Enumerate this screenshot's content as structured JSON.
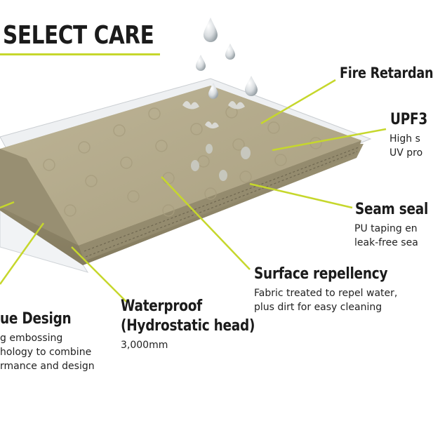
{
  "heading": "SELECT CARE",
  "colors": {
    "accent": "#c6d72c",
    "fabric": "#b2a88a",
    "fabric_dark": "#8f866a",
    "text": "#1b1b1b"
  },
  "callouts": {
    "fire_retardant": {
      "title": "Fire Retardan"
    },
    "upf": {
      "title": "UPF3",
      "lines": [
        "High s",
        "UV pro"
      ]
    },
    "seam_sealed": {
      "title": "Seam seal",
      "lines": [
        "PU taping en",
        "leak-free sea"
      ]
    },
    "surface_repellency": {
      "title": "Surface repellency",
      "lines": [
        "Fabric treated to repel water,",
        "plus dirt for easy cleaning"
      ]
    },
    "waterproof": {
      "title_line1": "Waterproof",
      "title_line2": "(Hydrostatic head)",
      "lines": [
        "3,000mm"
      ]
    },
    "unique_design": {
      "title": "ue Design",
      "lines": [
        "g embossing",
        "hology to combine",
        "rmance and design"
      ]
    }
  },
  "icons": [
    "water-drop-icon",
    "fabric-swatch-illustration"
  ]
}
